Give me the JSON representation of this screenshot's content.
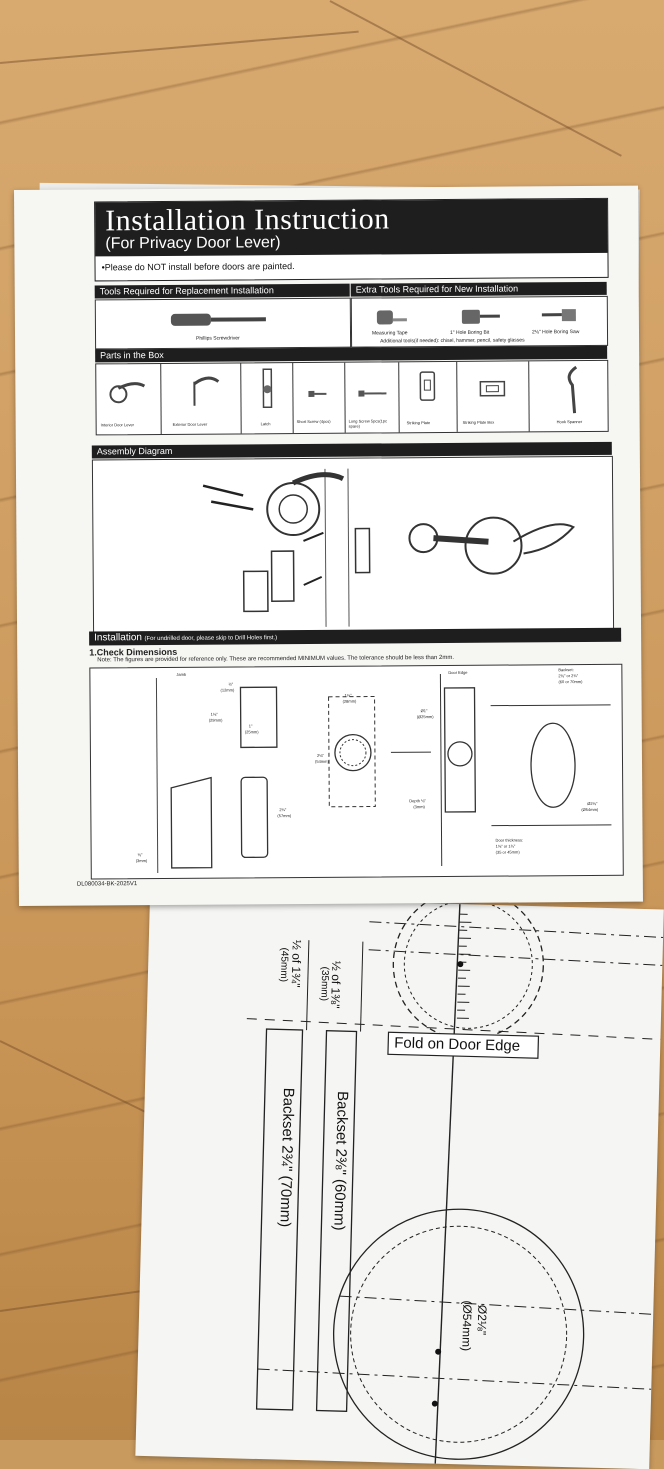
{
  "header": {
    "title": "Installation Instruction",
    "subtitle": "(For Privacy Door Lever)",
    "note": "•Please do NOT install before doors are painted."
  },
  "tools": {
    "replacement_title": "Tools Required for Replacement Installation",
    "new_title": "Extra Tools Required for New Installation",
    "screwdriver": "Phillips Screwdriver",
    "measuring_tape": "Measuring Tape",
    "boring_bit": "1\" Hole Boring Bit",
    "boring_saw": "2⅛\" Hole Boring Saw",
    "additional": "Additional tools(if needed): chisel, hammer, pencil, safety glasses"
  },
  "parts": {
    "title": "Parts in the Box",
    "items": [
      {
        "label": "Interior Door Lever"
      },
      {
        "label": "Exterior Door Lever"
      },
      {
        "label": "Latch"
      },
      {
        "label": "Short Screw (4pcs)"
      },
      {
        "label": "Long Screw 5pcs(1pc spare)"
      },
      {
        "label": "Striking Plate"
      },
      {
        "label": "Striking Plate Box"
      },
      {
        "label": "Hook Spanner"
      }
    ]
  },
  "assembly": {
    "title": "Assembly Diagram"
  },
  "installation": {
    "title": "Installation",
    "title_note": "(For undrilled door, please skip to Drill Holes first.)",
    "step": "1.Check Dimensions",
    "note": "Note: The figures are provided for reference only. These are recommended MINIMUM values. The tolerance should be less than 2mm.",
    "jamb": "Jamb",
    "door_edge": "Door Edge",
    "backset": "Backset:",
    "backset_val": "2⅜\" or 2¾\"",
    "backset_mm": "(60 or 70mm)",
    "d_half": "½\"",
    "d_half_mm": "(12mm)",
    "d_1_1_8": "1⅛\"",
    "d_1_1_8_mm": "(29mm)",
    "d_one": "1\"",
    "d_one_mm": "(25mm)",
    "d_2_1_4": "2¼\"",
    "d_2_1_4_mm": "(57mm)",
    "d_1_1_2": "1⅛\"",
    "d_1_1_2_mm": "(28mm)",
    "d_2_1_8": "2⅛\"",
    "d_2_1_8_mm": "(54mm)",
    "dia_one": "Ø1\"",
    "dia_one_mm": "(Ø25mm)",
    "depth": "Depth ⅛\"",
    "depth_mm": "(3mm)",
    "d_eighth": "⅛\"",
    "d_eighth_mm": "(3mm)",
    "dia_big": "Ø2⅛\"",
    "dia_big_mm": "(Ø54mm)",
    "thickness": "Door thickness:",
    "thickness_val": "1⅜\" or 1¾\"",
    "thickness_mm": "(35 or 45mm)"
  },
  "footer_code": "DL080034-BK-2025V1",
  "template": {
    "fold": "Fold on Door Edge",
    "half_138": "½ of 1⅜\"",
    "half_138_mm": "(35mm)",
    "half_134": "½ of 1¾\"",
    "half_134_mm": "(45mm)",
    "backset_60": "Backset 2⅜\" (60mm)",
    "backset_70": "Backset 2¾\" (70mm)",
    "dia": "Ø2⅛\"",
    "dia_mm": "(Ø54mm)"
  }
}
